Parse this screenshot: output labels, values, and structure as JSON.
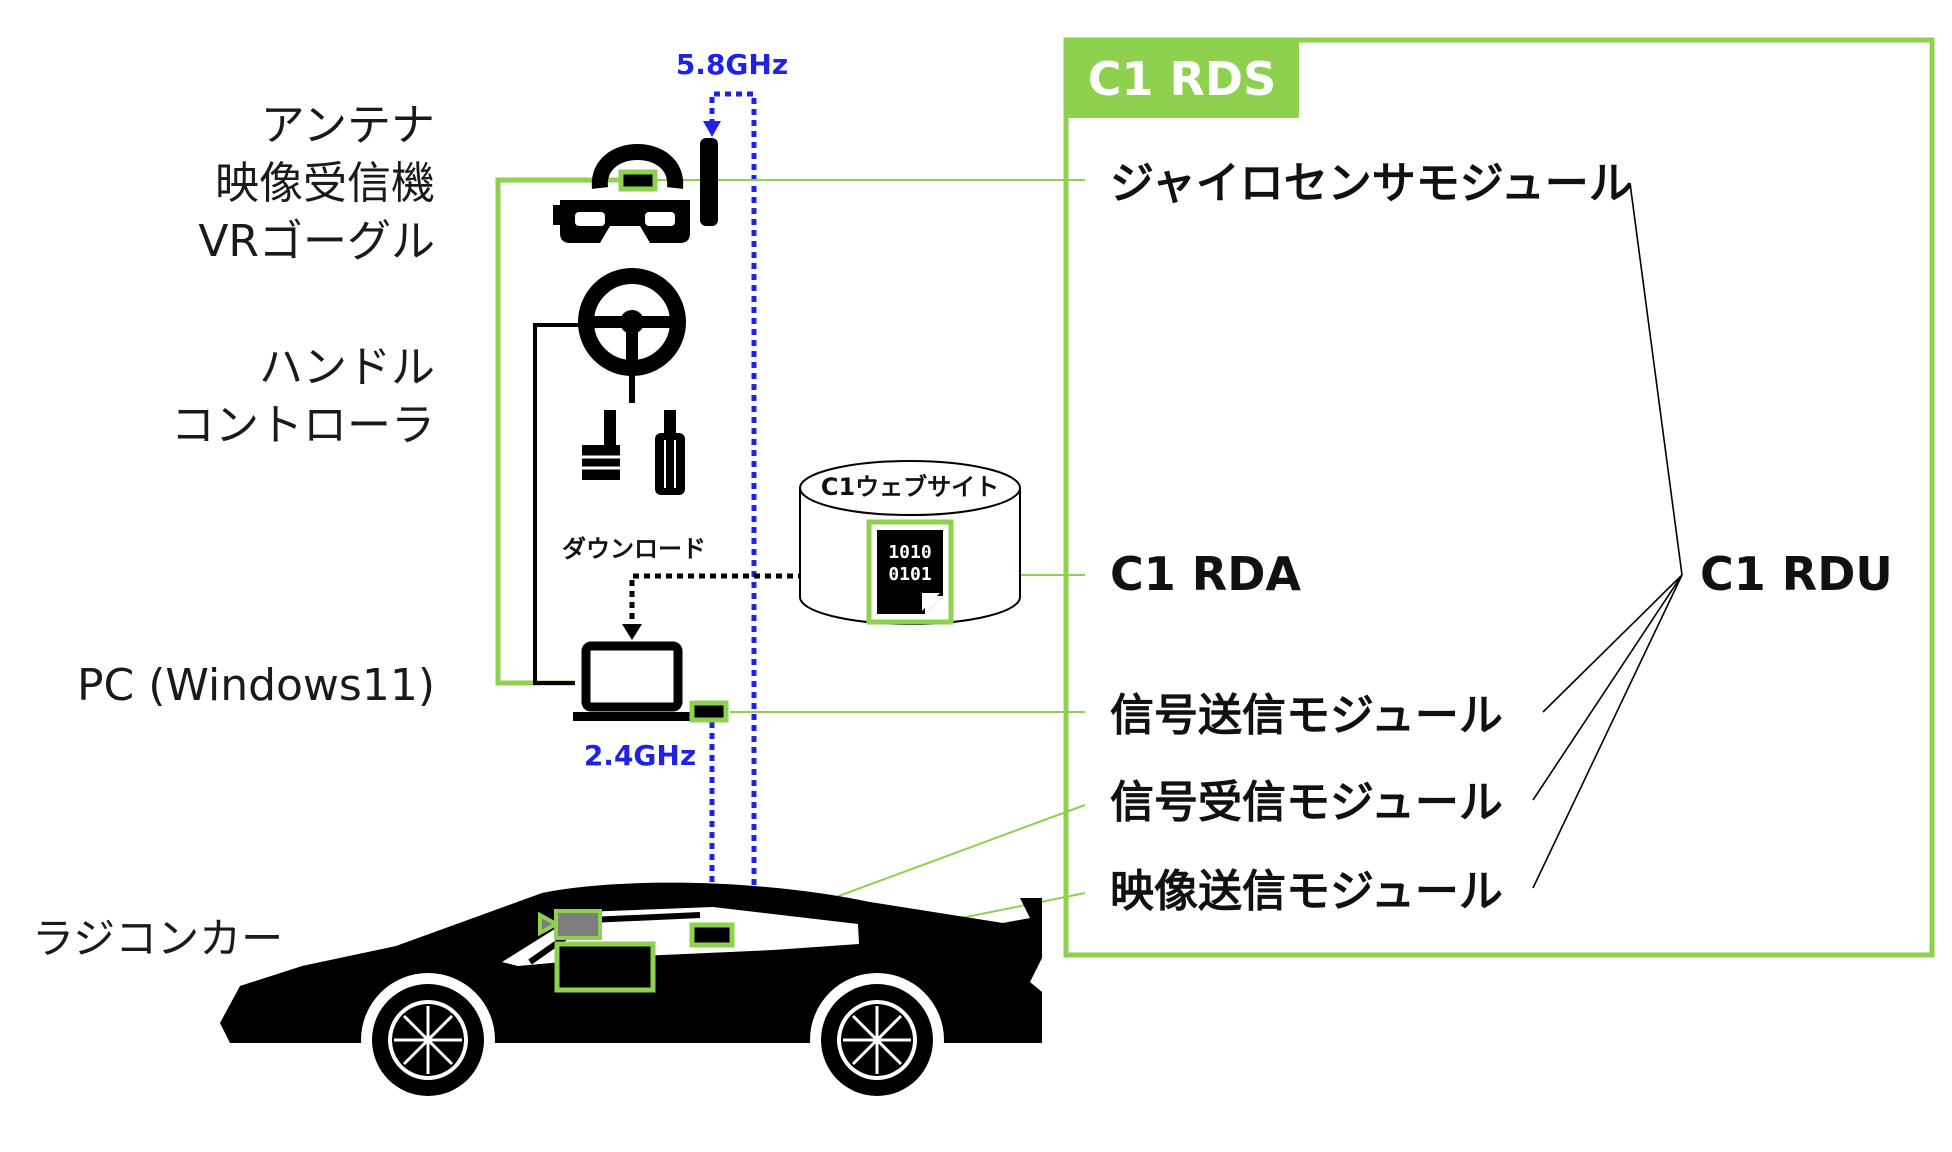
{
  "devices": {
    "headset_label_lines": [
      "アンテナ",
      "映像受信機",
      "VRゴーグル"
    ],
    "wheel_label_lines": [
      "ハンドル",
      "コントローラ"
    ],
    "pc_label": "PC (Windows11)",
    "car_label": "ラジコンカー"
  },
  "frequencies": {
    "video": "5.8GHz",
    "control": "2.4GHz"
  },
  "download_label": "ダウンロード",
  "website": {
    "label": "C1ウェブサイト",
    "file_lines": [
      "1010",
      "0101"
    ]
  },
  "system": {
    "title": "C1 RDS",
    "modules": {
      "gyro": "ジャイロセンサモジュール",
      "rda": "C1 RDA",
      "sender": "信号送信モジュール",
      "receiver": "信号受信モジュール",
      "video_sender": "映像送信モジュール"
    },
    "rdu": "C1 RDU"
  },
  "colors": {
    "accent_green": "#8dd14f",
    "radio_blue": "#1e22e6",
    "ink": "#000000"
  }
}
